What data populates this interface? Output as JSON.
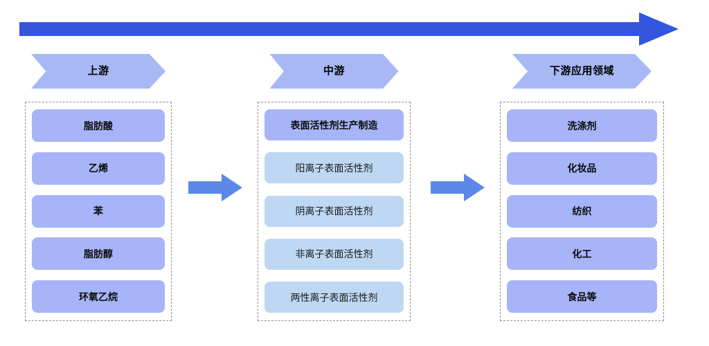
{
  "diagram": {
    "title_flow_arrow": "value-chain-direction-arrow",
    "colors": {
      "master_arrow": "#3256dd",
      "connector_arrow": "#5b88ea",
      "chevron": "#a7b8f5",
      "pill_primary": "#a7b5f8",
      "pill_secondary": "#bed8f3",
      "dashed_border": "#8d8d8d",
      "background": "#ffffff"
    },
    "columns": [
      {
        "key": "upstream",
        "header": "上游",
        "items": [
          {
            "label": "脂肪酸",
            "style": "primary"
          },
          {
            "label": "乙烯",
            "style": "primary"
          },
          {
            "label": "苯",
            "style": "primary"
          },
          {
            "label": "脂肪醇",
            "style": "primary"
          },
          {
            "label": "环氧乙烷",
            "style": "primary"
          }
        ]
      },
      {
        "key": "midstream",
        "header": "中游",
        "items": [
          {
            "label": "表面活性剂生产制造",
            "style": "primary"
          },
          {
            "label": "阳离子表面活性剂",
            "style": "secondary"
          },
          {
            "label": "阴离子表面活性剂",
            "style": "secondary"
          },
          {
            "label": "非离子表面活性剂",
            "style": "secondary"
          },
          {
            "label": "两性离子表面活性剂",
            "style": "secondary"
          }
        ]
      },
      {
        "key": "downstream",
        "header": "下游应用领域",
        "items": [
          {
            "label": "洗涤剂",
            "style": "primary"
          },
          {
            "label": "化妆品",
            "style": "primary"
          },
          {
            "label": "纺织",
            "style": "primary"
          },
          {
            "label": "化工",
            "style": "primary"
          },
          {
            "label": "食品等",
            "style": "primary"
          }
        ]
      }
    ],
    "connectors": [
      {
        "name": "upstream-to-midstream-arrow"
      },
      {
        "name": "midstream-to-downstream-arrow"
      }
    ]
  }
}
